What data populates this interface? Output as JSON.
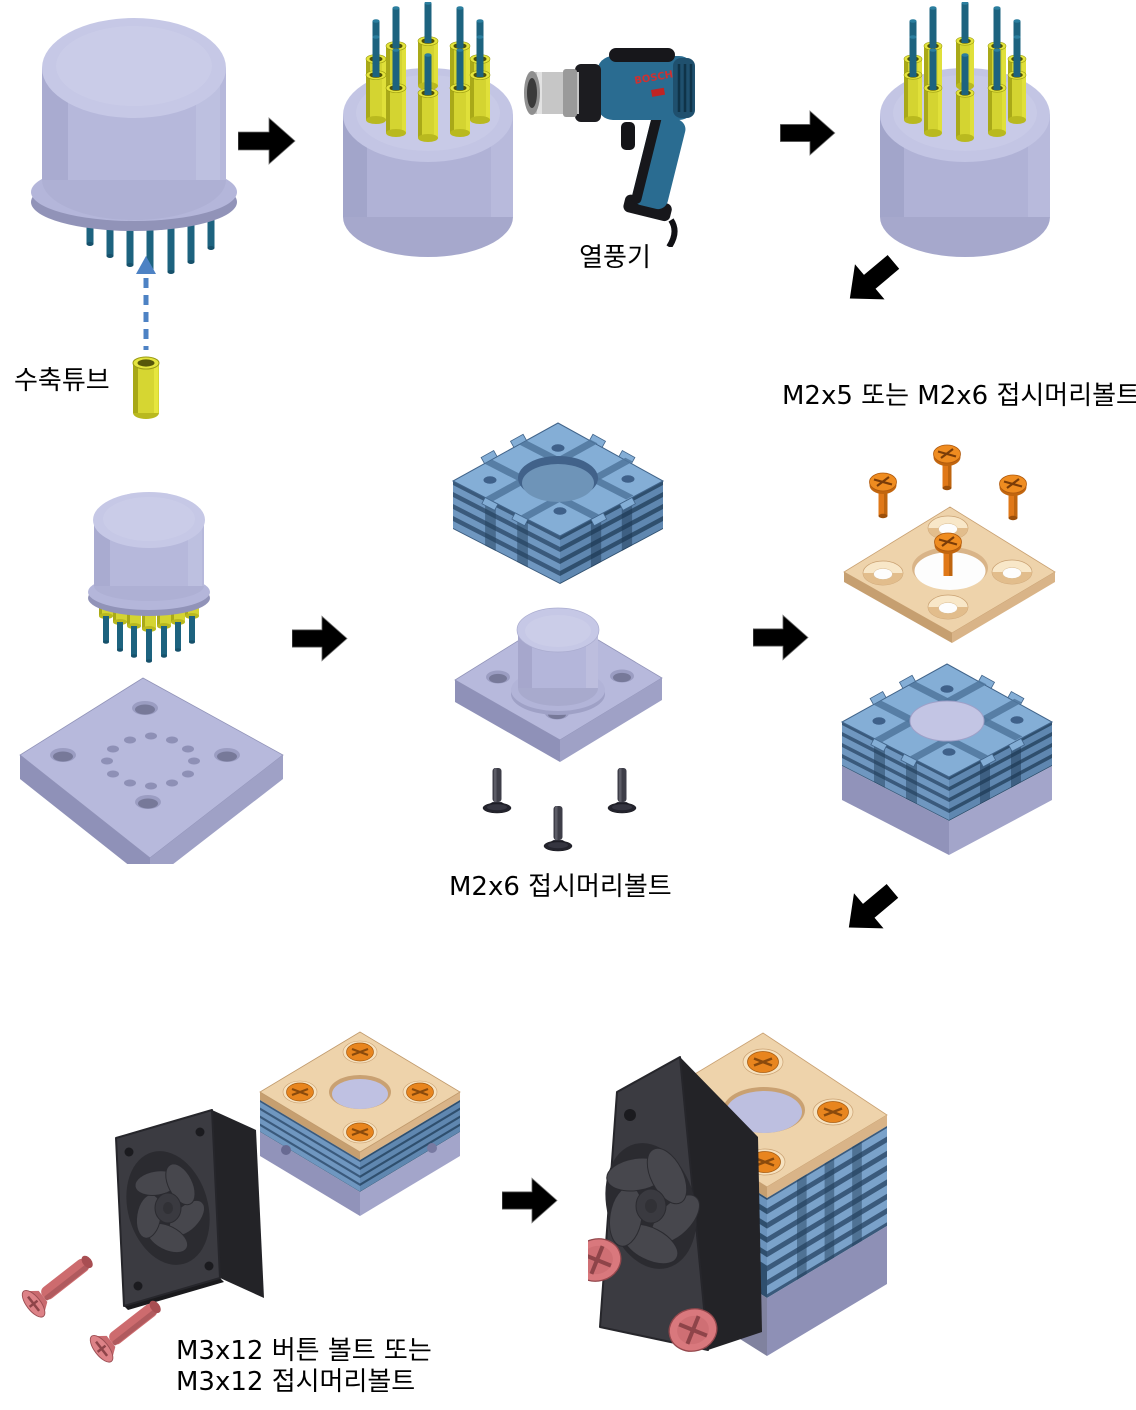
{
  "diagram": {
    "type": "assembly-instruction-flow",
    "subject": "TO-can component heatsink and fan assembly",
    "labels": {
      "shrink_tube": "수축튜브",
      "heat_gun": "열풍기",
      "bolt_step1": "M2x5 또는 M2x6 접시머리볼트",
      "bolt_step2": "M2x6 접시머리볼트",
      "bolt_step3_line1": "M3x12 버튼 볼트 또는",
      "bolt_step3_line2": "M3x12 접시머리볼트"
    },
    "icons": {
      "flow_arrow": "solid black right-pointing arrow",
      "flow_arrow_down_left": "solid black arrow rotated to point down-left",
      "insert_arrow": "blue dashed upward arrow"
    },
    "colors": {
      "background": "#ffffff",
      "body_lavender": "#b6b8db",
      "body_lavender_light": "#c6c8e6",
      "body_lavender_dark": "#9193b8",
      "pin_teal": "#1d637f",
      "sleeve_yellow": "#d4d431",
      "heatsink_blue_top": "#84aed6",
      "heatsink_blue_fin": "#6f97c0",
      "heatsink_blue_dark": "#3a5a7c",
      "copper_plate": "#eed3ab",
      "copper_dark": "#c9a172",
      "screw_orange": "#e8851e",
      "screw_dark": "#3e3e48",
      "screw_red": "#cd6b6e",
      "fan_black": "#3b3b41",
      "arrow_black": "#000000",
      "dashed_arrow_blue": "#4d82c4",
      "heatgun_blue": "#2a6c91",
      "text": "#000000"
    }
  }
}
